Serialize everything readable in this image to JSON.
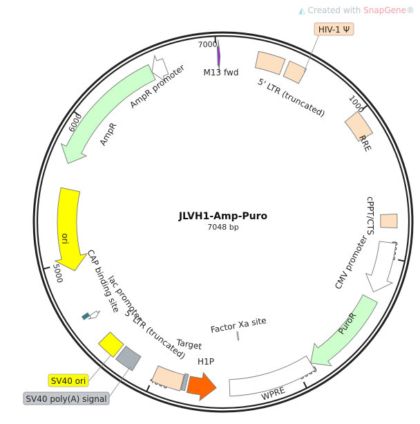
{
  "watermark": {
    "prefix": "Created with ",
    "brand": "SnapGene",
    "suffix": "®"
  },
  "plasmid": {
    "name": "JLVH1-Amp-Puro",
    "length_label": "7048 bp",
    "length_bp": 7048
  },
  "ticks": [
    "1000",
    "2000",
    "3000",
    "4000",
    "5000",
    "6000",
    "7000"
  ],
  "features": [
    {
      "id": "m13",
      "label": "M13 fwd",
      "start": 7010,
      "end": 7028,
      "strand": 1,
      "color": "#9933cc",
      "shape": "arrow"
    },
    {
      "id": "ltr5a",
      "label": "5' LTR (truncated)",
      "start": 230,
      "end": 410,
      "strand": 0,
      "color": "#fde0c2",
      "shape": "box"
    },
    {
      "id": "psi",
      "label": "HIV-1 Ψ",
      "start": 440,
      "end": 560,
      "strand": 0,
      "color": "#fde0c2",
      "shape": "box"
    },
    {
      "id": "rre",
      "label": "RRE",
      "start": 990,
      "end": 1160,
      "strand": 0,
      "color": "#fde0c2",
      "shape": "box"
    },
    {
      "id": "cppt",
      "label": "cPPT/CTS",
      "start": 1710,
      "end": 1800,
      "strand": 0,
      "color": "#fde0c2",
      "shape": "box"
    },
    {
      "id": "cmv",
      "label": "CMV promoter",
      "start": 1900,
      "end": 2250,
      "strand": 1,
      "color": "#ffffff",
      "shape": "arrow"
    },
    {
      "id": "puro",
      "label": "PuroR",
      "start": 2300,
      "end": 2900,
      "strand": 1,
      "color": "#ccffcc",
      "shape": "arrow"
    },
    {
      "id": "wpre",
      "label": "WPRE",
      "start": 2900,
      "end": 3480,
      "strand": 0,
      "color": "#ffffff",
      "shape": "box"
    },
    {
      "id": "fxa",
      "label": "Factor Xa site",
      "start": 3375,
      "end": 3385,
      "strand": 0,
      "color": "#ffffff",
      "shape": "box"
    },
    {
      "id": "h1p",
      "label": "H1P",
      "start": 3570,
      "end": 3760,
      "strand": -1,
      "color": "#ff6600",
      "shape": "arrow"
    },
    {
      "id": "target",
      "label": "Target",
      "start": 3775,
      "end": 3800,
      "strand": 0,
      "color": "#aab0b8",
      "shape": "box"
    },
    {
      "id": "ltr5b",
      "label": "5' LTR (truncated)",
      "start": 3805,
      "end": 4000,
      "strand": 0,
      "color": "#fde0c2",
      "shape": "box"
    },
    {
      "id": "sv40pa",
      "label": "SV40 poly(A) signal",
      "start": 4140,
      "end": 4270,
      "strand": 0,
      "color": "#aab0b8",
      "shape": "box"
    },
    {
      "id": "sv40ori",
      "label": "SV40 ori",
      "start": 4290,
      "end": 4420,
      "strand": 0,
      "color": "#ffff00",
      "shape": "box"
    },
    {
      "id": "lac",
      "label": "lac promoter",
      "start": 4565,
      "end": 4600,
      "strand": -1,
      "color": "#ffffff",
      "shape": "arrow"
    },
    {
      "id": "cap",
      "label": "CAP binding site",
      "start": 4600,
      "end": 4625,
      "strand": 0,
      "color": "#2d7f8f",
      "shape": "box"
    },
    {
      "id": "ori",
      "label": "ori",
      "start": 4930,
      "end": 5520,
      "strand": -1,
      "color": "#ffff00",
      "shape": "arrow"
    },
    {
      "id": "ampr",
      "label": "AmpR",
      "start": 5690,
      "end": 6550,
      "strand": -1,
      "color": "#ccffcc",
      "shape": "arrow"
    },
    {
      "id": "amprp",
      "label": "AmpR promoter",
      "start": 6550,
      "end": 6650,
      "strand": -1,
      "color": "#ffffff",
      "shape": "arrow"
    }
  ]
}
